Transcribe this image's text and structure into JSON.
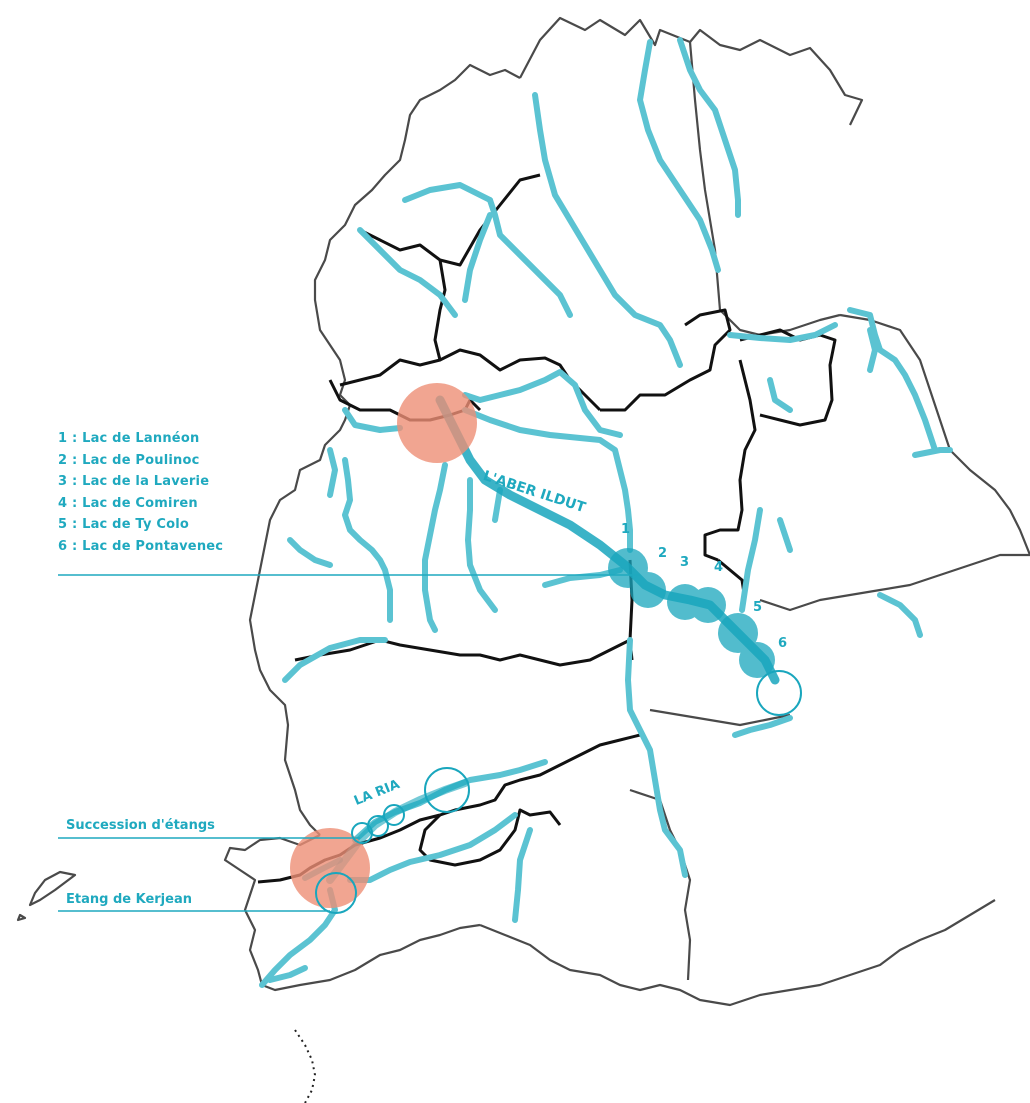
{
  "colors": {
    "river": "#5bc3d2",
    "river_dark": "#19a6bd",
    "border": "#4a4a4a",
    "border_bold": "#111111",
    "hotspot": "#ee8f76",
    "label": "#1fa9bf"
  },
  "legend": {
    "items": [
      {
        "label": "1 : Lac de Lannéon"
      },
      {
        "label": "2 : Lac de Poulinoc"
      },
      {
        "label": "3 : Lac de la Laverie"
      },
      {
        "label": "4 : Lac de Comiren"
      },
      {
        "label": "5 : Lac de Ty Colo"
      },
      {
        "label": "6 : Lac de Pontavenec"
      }
    ]
  },
  "lake_numbers": [
    "1",
    "2",
    "3",
    "4",
    "5",
    "6"
  ],
  "rivers": {
    "aber_ildut": "L'ABER ILDUT",
    "la_ria": "LA RIA"
  },
  "callouts": {
    "succession": "Succession d'étangs",
    "kerjean": "Etang de Kerjean"
  }
}
